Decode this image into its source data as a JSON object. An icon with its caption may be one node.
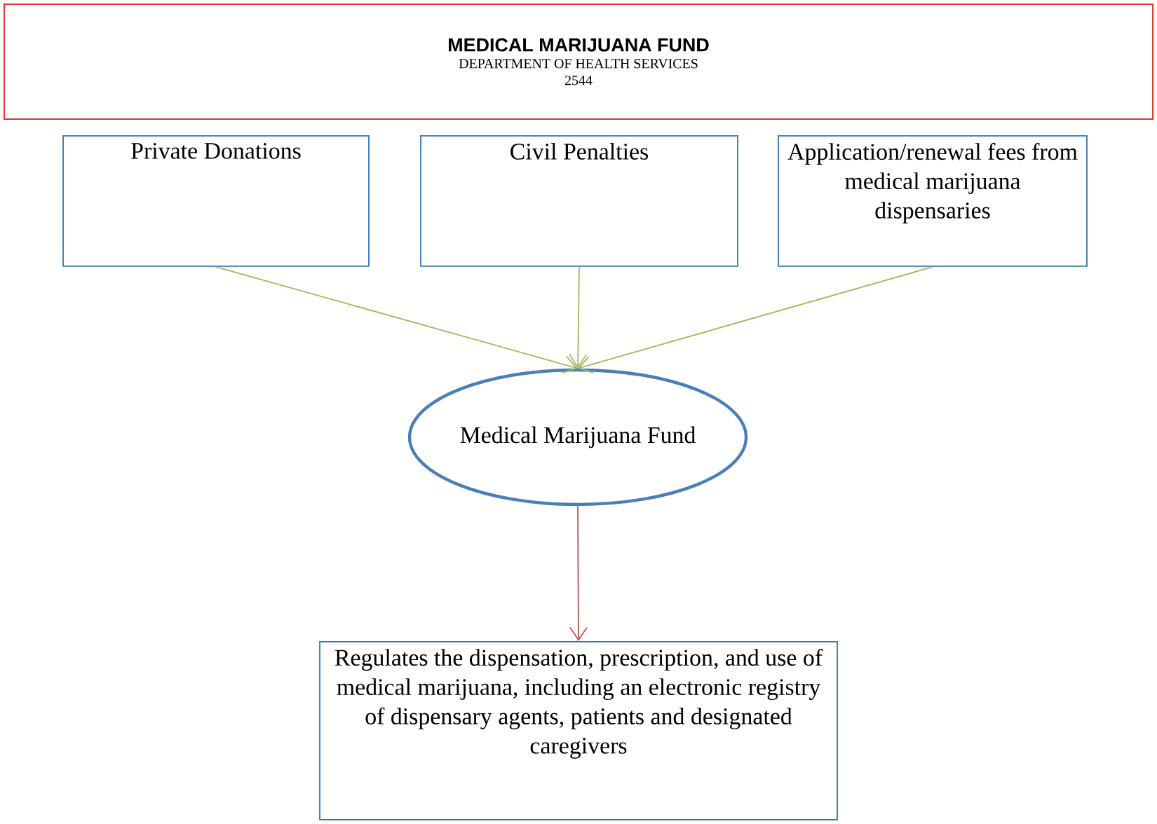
{
  "diagram": {
    "nodes": [
      {
        "text": [
          "MEDICAL MARIJUANA FUND",
          "DEPARTMENT OF HEALTH SERVICES",
          "2544"
        ]
      },
      {
        "text": [
          "Private Donations"
        ]
      },
      {
        "text": [
          "Civil Penalties"
        ]
      },
      {
        "text": [
          "Application/renewal fees from medical marijuana dispensaries"
        ]
      },
      {
        "text": [
          "Medical Marijuana Fund"
        ]
      },
      {
        "text": [
          "Regulates the dispensation, prescription, and use of medical marijuana, including an electronic registry of dispensary agents, patients and designated caregivers"
        ]
      }
    ],
    "edges": [
      {
        "from": 1,
        "to": 4,
        "arrow": "to"
      },
      {
        "from": 2,
        "to": 4,
        "arrow": "to"
      },
      {
        "from": 3,
        "to": 4,
        "arrow": "to"
      },
      {
        "from": 4,
        "to": 5,
        "arrow": "to",
        "color": "#c0504d"
      }
    ]
  }
}
